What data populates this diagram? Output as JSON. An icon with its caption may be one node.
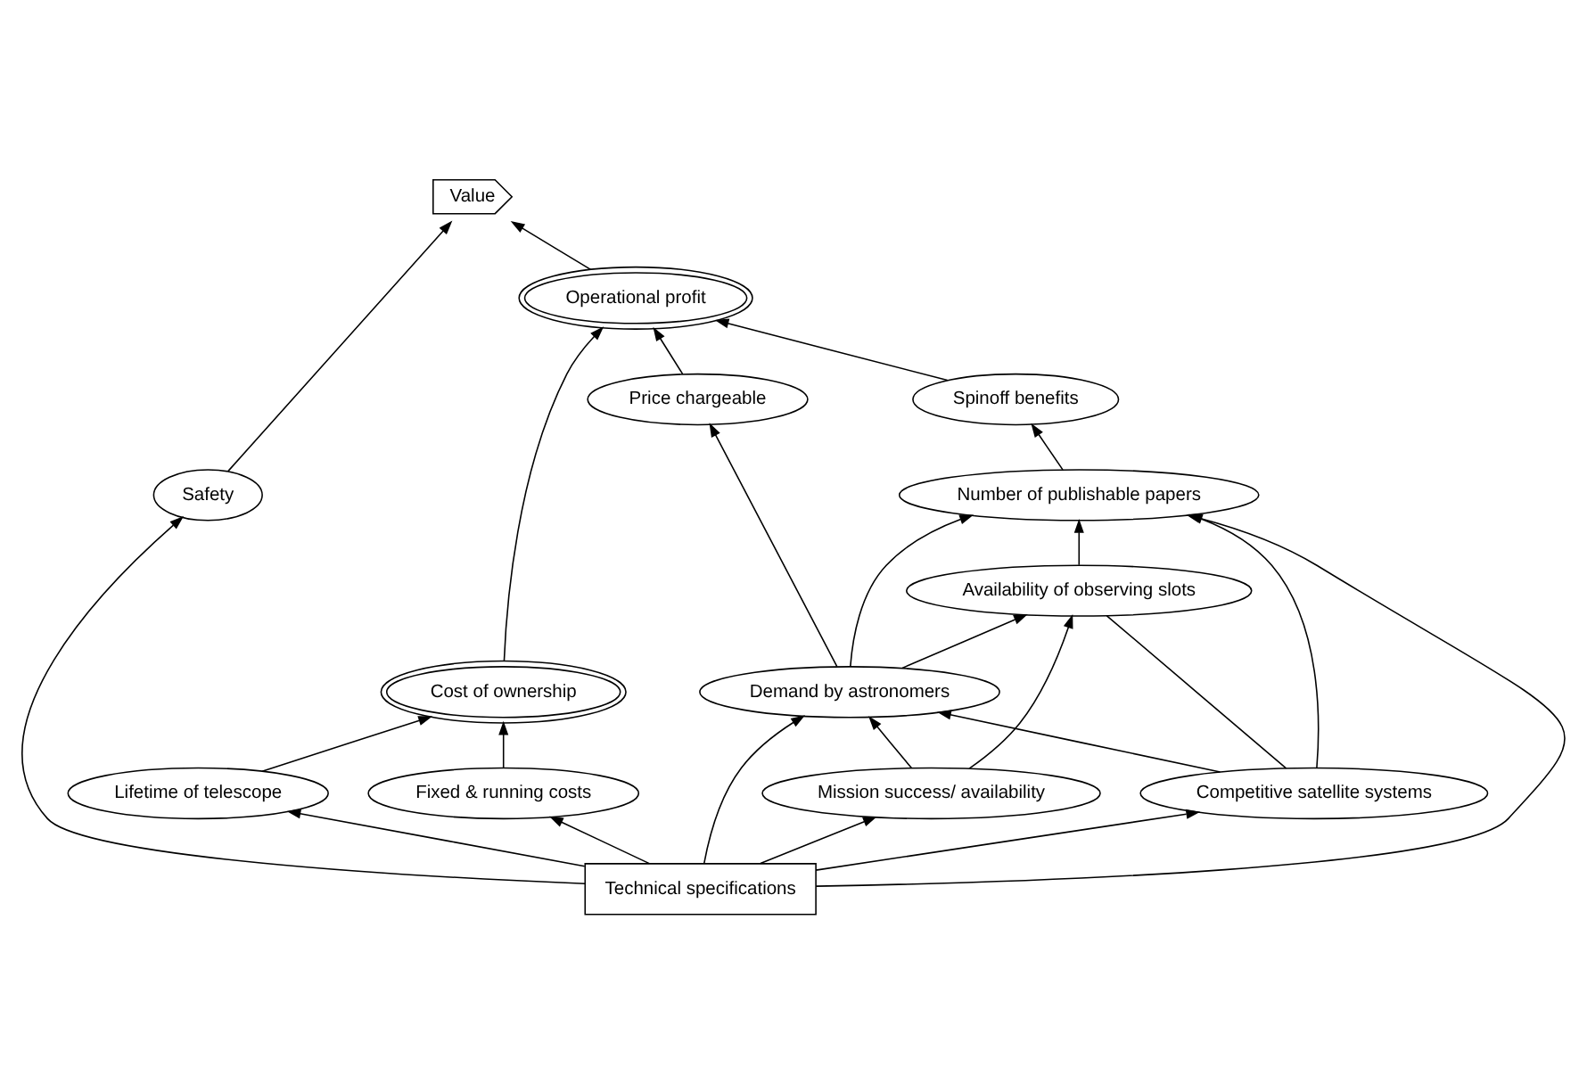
{
  "diagram": {
    "nodes": [
      {
        "text": [
          "Value"
        ]
      },
      {
        "text": [
          "Safety"
        ]
      },
      {
        "text": [
          "Operational profit"
        ]
      },
      {
        "text": [
          "Fixed & running costs"
        ]
      },
      {
        "text": [
          "Cost of ownership"
        ]
      },
      {
        "text": [
          "Spinoff benefits"
        ]
      },
      {
        "text": [
          "Price chargeable"
        ]
      },
      {
        "text": [
          "Lifetime of telescope"
        ]
      },
      {
        "text": [
          "Number of publishable papers"
        ]
      },
      {
        "text": [
          "Technical specifications"
        ]
      },
      {
        "text": [
          "Availability of observing slots"
        ]
      },
      {
        "text": [
          "Competitive satellite systems"
        ]
      },
      {
        "text": [
          "Mission success/ availability"
        ]
      },
      {
        "text": [
          "Demand by astronomers"
        ]
      }
    ],
    "edges": [
      {
        "from": 1,
        "to": 0,
        "arrow": "to"
      },
      {
        "from": 2,
        "to": 0,
        "arrow": "to"
      },
      {
        "from": 4,
        "to": 2,
        "arrow": "to"
      },
      {
        "from": 5,
        "to": 2,
        "arrow": "to"
      },
      {
        "from": 6,
        "to": 2,
        "arrow": "to"
      },
      {
        "from": 3,
        "to": 4,
        "arrow": "to"
      },
      {
        "from": 7,
        "to": 4,
        "arrow": "to"
      },
      {
        "from": 8,
        "to": 5,
        "arrow": "to"
      },
      {
        "from": 10,
        "to": 8,
        "arrow": "to"
      },
      {
        "from": 12,
        "to": 10,
        "arrow": "to"
      },
      {
        "from": 9,
        "to": 1,
        "arrow": "to"
      },
      {
        "from": 9,
        "to": 3,
        "arrow": "to"
      },
      {
        "from": 9,
        "to": 7,
        "arrow": "to"
      },
      {
        "from": 9,
        "to": 8,
        "arrow": "to"
      },
      {
        "from": 9,
        "to": 11,
        "arrow": "to"
      },
      {
        "from": 9,
        "to": 12,
        "arrow": "to"
      },
      {
        "from": 9,
        "to": 13,
        "arrow": "to"
      },
      {
        "from": 11,
        "to": 8,
        "arrow": "to"
      },
      {
        "from": 11,
        "to": 10,
        "arrow": "none"
      },
      {
        "from": 11,
        "to": 13,
        "arrow": "to"
      },
      {
        "from": 12,
        "to": 13,
        "arrow": "to"
      },
      {
        "from": 13,
        "to": 6,
        "arrow": "to"
      },
      {
        "from": 13,
        "to": 8,
        "arrow": "to"
      },
      {
        "from": 13,
        "to": 10,
        "arrow": "to"
      }
    ]
  }
}
